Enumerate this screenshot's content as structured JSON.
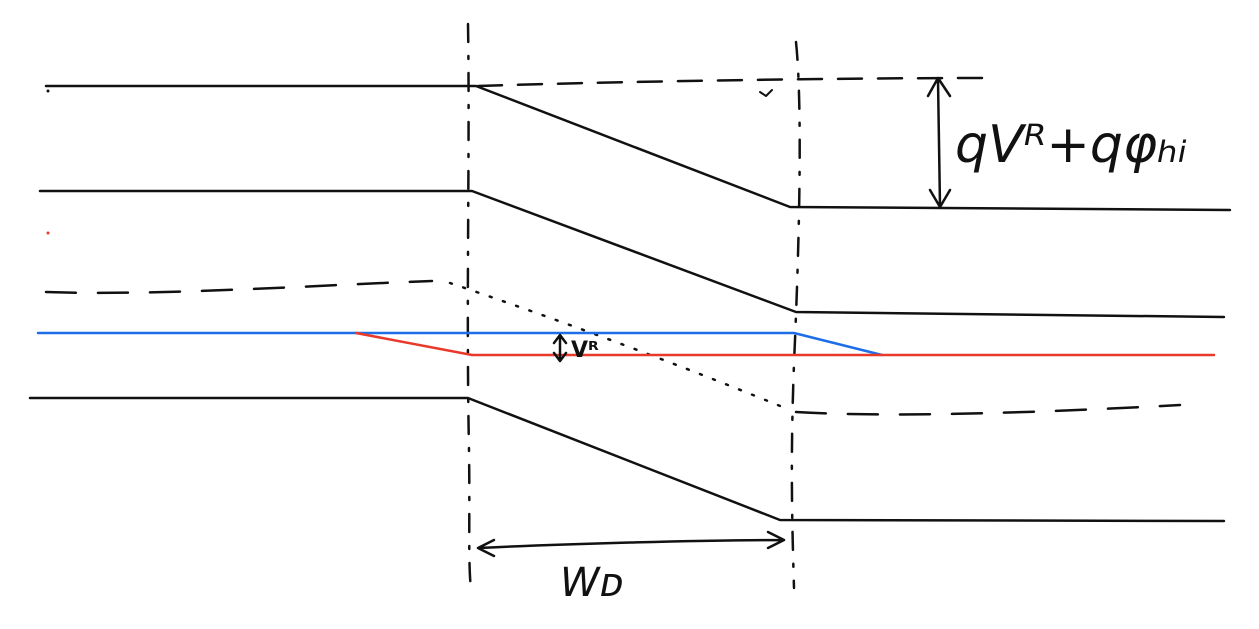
{
  "labels": {
    "barrier": "qVᴿ+qφₕᵢ",
    "applied_bias": "Vᴿ",
    "depletion_width": "Wᴅ"
  },
  "colors": {
    "ink": "#111111",
    "fermi_n_side": "#1e6ee8",
    "fermi_p_side": "#e8392a",
    "background": "#ffffff"
  }
}
